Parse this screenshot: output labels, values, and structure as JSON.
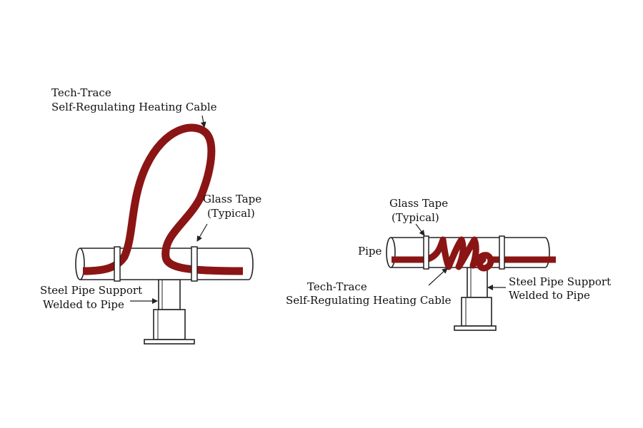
{
  "colors": {
    "cable": "#8b1515",
    "outline": "#222222",
    "pipe_fill": "#ffffff"
  },
  "left_diagram": {
    "cable_label": [
      "Tech-Trace",
      "Self-Regulating Heating Cable"
    ],
    "tape_label": [
      "Glass Tape",
      "(Typical)"
    ],
    "support_label": [
      "Steel Pipe Support",
      "Welded to Pipe"
    ]
  },
  "right_diagram": {
    "tape_label": [
      "Glass Tape",
      "(Typical)"
    ],
    "pipe_label": "Pipe",
    "cable_label": [
      "Tech-Trace",
      "Self-Regulating Heating Cable"
    ],
    "support_label": [
      "Steel Pipe Support",
      "Welded to Pipe"
    ]
  }
}
